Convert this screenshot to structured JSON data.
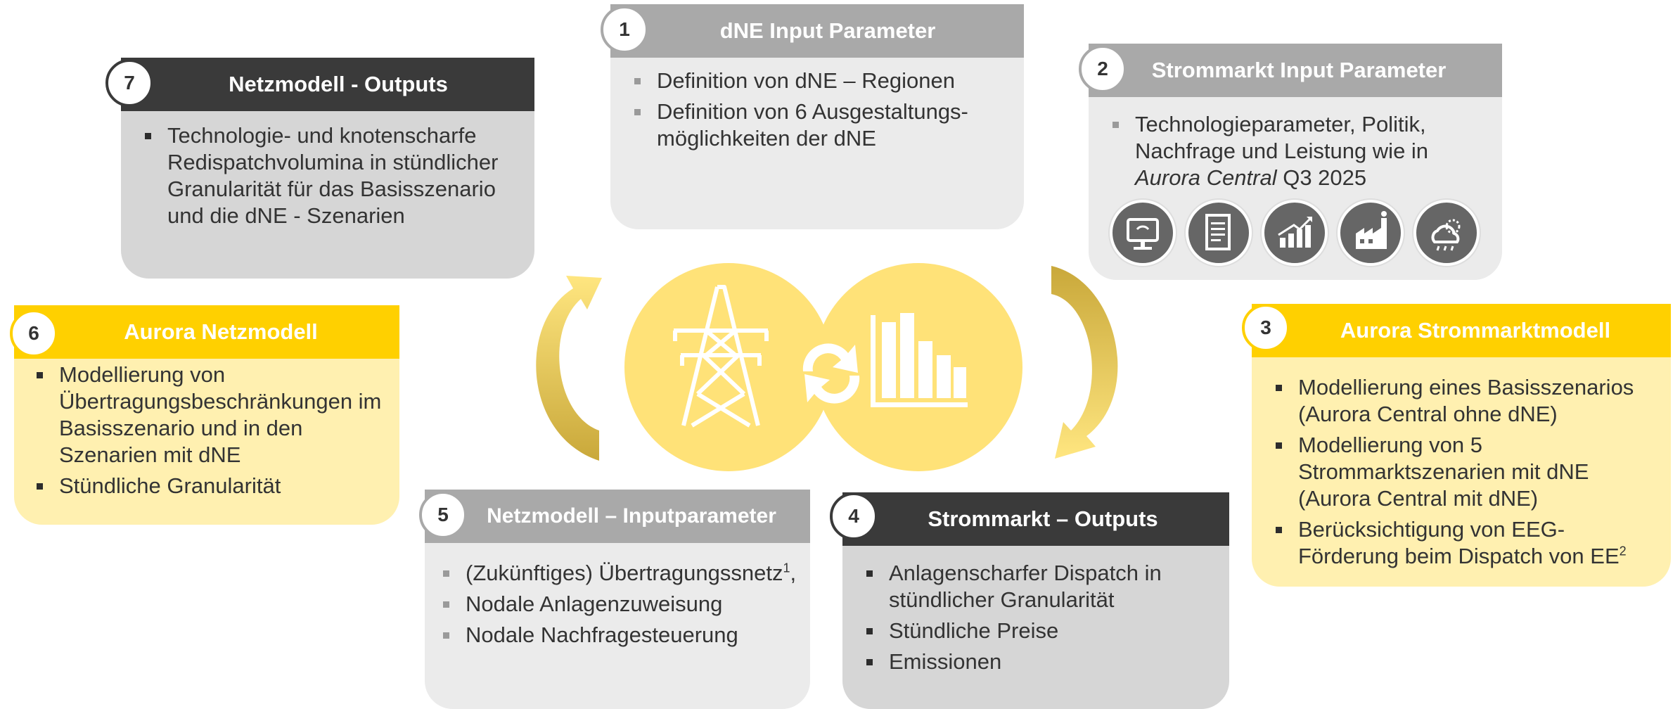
{
  "boxes": {
    "b1": {
      "num": "1",
      "title": "dNE Input Parameter",
      "items": [
        "Definition von dNE – Regionen",
        "Definition von 6 Ausgestaltungs-möglichkeiten der dNE"
      ]
    },
    "b2": {
      "num": "2",
      "title": "Strommarkt Input Parameter",
      "item_pre": "Technologieparameter, Politik, Nachfrage und Leistung wie in ",
      "item_italic": "Aurora Central",
      "item_post": " Q3 2025",
      "icons": [
        "monitor-icon",
        "document-icon",
        "growth-chart-icon",
        "factory-icon",
        "weather-icon"
      ]
    },
    "b3": {
      "num": "3",
      "title": "Aurora Strommarktmodell",
      "items": [
        "Modellierung eines Basisszenarios (Aurora Central ohne dNE)",
        "Modellierung von 5 Strommarktszenarien mit dNE (Aurora Central mit dNE)",
        "Berücksichtigung von EEG-Förderung beim Dispatch von EE"
      ],
      "footnote": "2"
    },
    "b4": {
      "num": "4",
      "title": "Strommarkt – Outputs",
      "items": [
        "Anlagenscharfer Dispatch in stündlicher Granularität",
        "Stündliche Preise",
        "Emissionen"
      ]
    },
    "b5": {
      "num": "5",
      "title": "Netzmodell – Inputparameter",
      "item1_pre": "(Zukünftiges) Übertragungssnetz",
      "item1_sup": "1",
      "item1_post": ",",
      "items": [
        "Nodale Anlagenzuweisung",
        "Nodale Nachfragesteuerung"
      ]
    },
    "b6": {
      "num": "6",
      "title": "Aurora Netzmodell",
      "items": [
        "Modellierung von Übertragungsbeschränkungen im Basisszenario und in den Szenarien mit dNE",
        "Stündliche Granularität"
      ]
    },
    "b7": {
      "num": "7",
      "title": "Netzmodell - Outputs",
      "items": [
        "Technologie- und knotenscharfe Redispatchvolumina in stündlicher Granularität für das Basisszenario und die dNE - Szenarien"
      ]
    }
  },
  "center": {
    "icons": [
      "transmission-tower-icon",
      "sync-arrows-icon",
      "bar-chart-icon"
    ]
  },
  "colors": {
    "dark": "#3a3a3a",
    "grey": "#a9a9a9",
    "yellow": "#ffd000",
    "light_yellow": "#fff0b0",
    "light_grey": "#ebebeb",
    "mid_grey": "#d6d6d6",
    "circle_yellow": "#ffe57a",
    "arrow_gold": "#d9b64a"
  }
}
